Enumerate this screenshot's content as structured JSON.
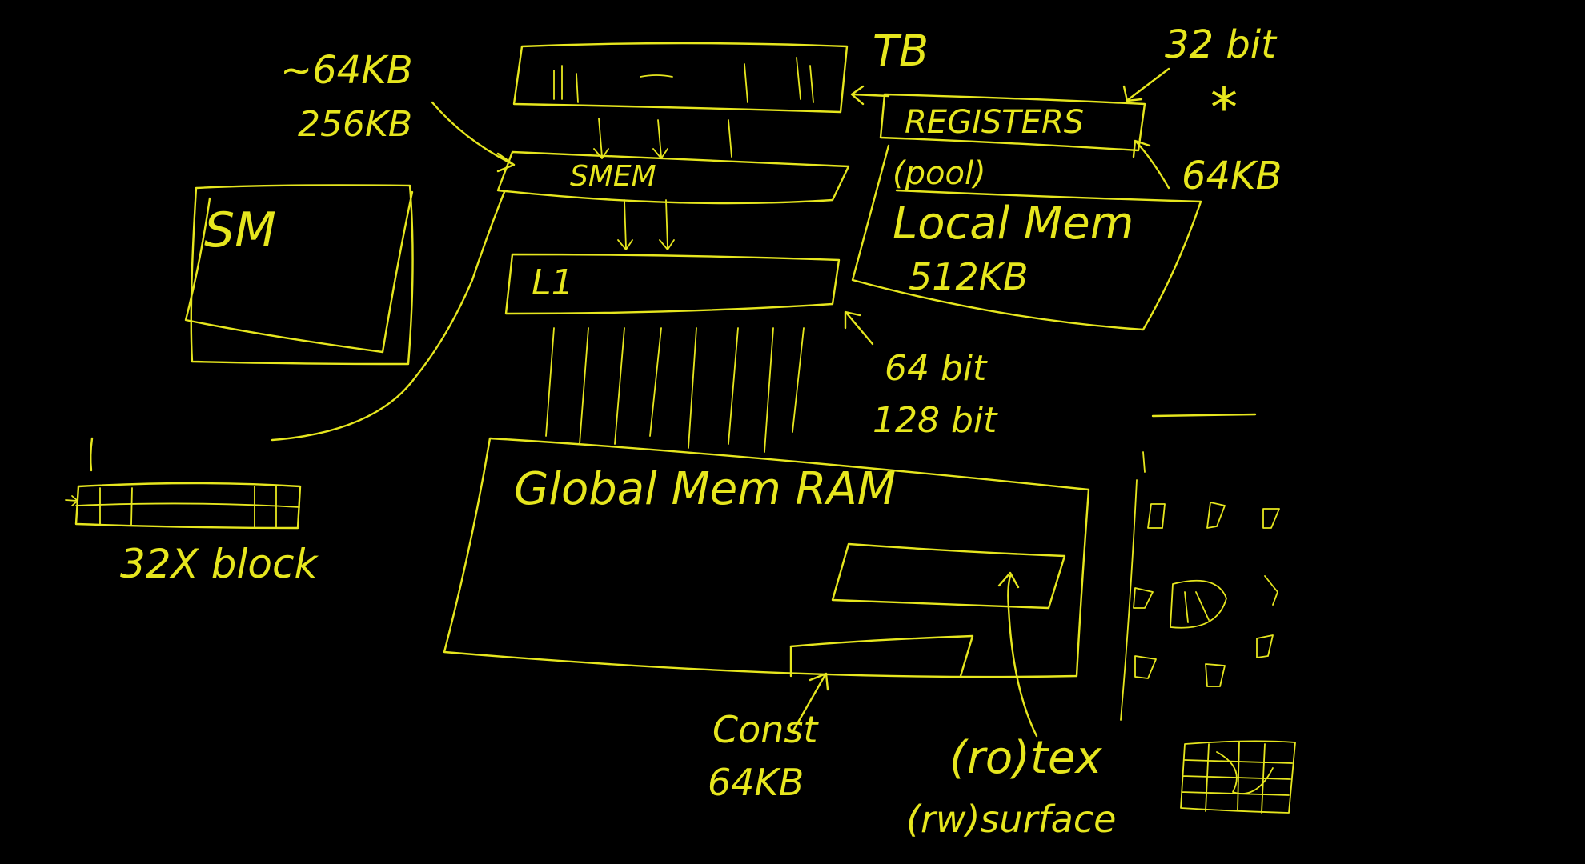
{
  "ink_color": "#e6e61e",
  "background_color": "#000000",
  "labels": {
    "size_top": "~64KB",
    "size_bottom": "256KB",
    "tb": "TB",
    "bits32": "32 bit",
    "asterisk": "*",
    "registers": "REGISTERS",
    "pool": "(pool)",
    "kb64_right": "64KB",
    "local_mem": "Local Mem",
    "kb512": "512KB",
    "smem": "SMEM",
    "sm": "SM",
    "l1": "L1",
    "bits64": "64 bit",
    "bits128": "128 bit",
    "global_mem": "Global Mem RAM",
    "block": "32X block",
    "const": "Const",
    "const_size": "64KB",
    "ro_tex": "(ro)tex",
    "rw_surface": "(rw)surface"
  }
}
